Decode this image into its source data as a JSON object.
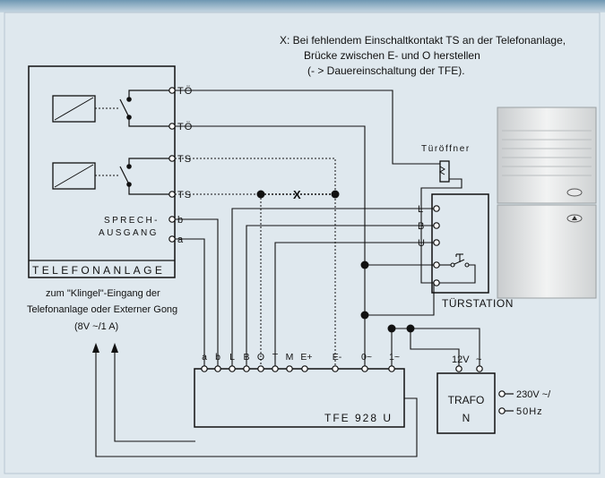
{
  "note": {
    "line1": "X: Bei fehlendem Einschaltkontakt TS an der Telefonanlage,",
    "line2": "Brücke zwischen E- und O herstellen",
    "line3": "(- > Dauereinschaltung der TFE)."
  },
  "telefonanlage": {
    "title": "TELEFONANLAGE",
    "terminals": [
      "TÖ",
      "TÖ",
      "TS",
      "TS",
      "b",
      "a"
    ],
    "sprech": "SPRECH-",
    "ausgang": "AUSGANG"
  },
  "klingel": {
    "line1": "zum \"Klingel\"-Eingang der",
    "line2": "Telefonanlage oder Externer Gong",
    "line3": "(8V ~/1 A)"
  },
  "bridge_marker": "X",
  "tueroeffner": "Türöffner",
  "tuerstation": {
    "title": "TÜRSTATION",
    "terminals": [
      "L",
      "B",
      "U"
    ]
  },
  "tfe": {
    "label": "TFE 928 U",
    "terminals": [
      "a",
      "b",
      "L",
      "B",
      "O",
      "T",
      "M",
      "E+",
      "E-",
      "0~",
      "1~"
    ]
  },
  "trafo": {
    "line1": "TRAFO",
    "line2": "N",
    "inputs": [
      "12V",
      "~"
    ],
    "mains1": "230V ~/",
    "mains2": "50Hz"
  },
  "colors": {
    "background": "#dfe8ee",
    "header_band": "#7aa0b9",
    "line": "#111111"
  }
}
